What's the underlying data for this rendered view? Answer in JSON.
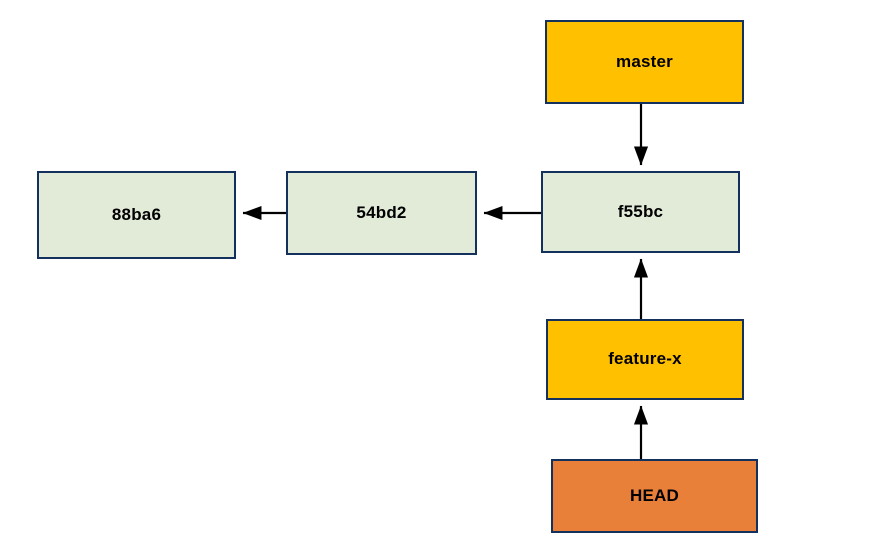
{
  "diagram": {
    "title": "git branch and HEAD pointer diagram",
    "background_color": "#ffffff",
    "edge_color": "#000000",
    "node_border_color": "#13315c",
    "colors": {
      "commit_fill": "#e2ebd8",
      "branch_fill": "#ffc000",
      "head_fill": "#e8803a"
    },
    "nodes": [
      {
        "id": "master",
        "label": "master",
        "type": "branch-pointer",
        "fill": "#ffc000"
      },
      {
        "id": "f55bc",
        "label": "f55bc",
        "type": "commit",
        "fill": "#e2ebd8"
      },
      {
        "id": "54bd2",
        "label": "54bd2",
        "type": "commit",
        "fill": "#e2ebd8"
      },
      {
        "id": "88ba6",
        "label": "88ba6",
        "type": "commit",
        "fill": "#e2ebd8"
      },
      {
        "id": "feature-x",
        "label": "feature-x",
        "type": "branch-pointer",
        "fill": "#ffc000"
      },
      {
        "id": "head",
        "label": "HEAD",
        "type": "head-pointer",
        "fill": "#e8803a"
      }
    ],
    "edges": [
      {
        "id": "master-to-f55bc",
        "from": "master",
        "to": "f55bc",
        "direction": "down"
      },
      {
        "id": "f55bc-to-54bd2",
        "from": "f55bc",
        "to": "54bd2",
        "direction": "left"
      },
      {
        "id": "54bd2-to-88ba6",
        "from": "54bd2",
        "to": "88ba6",
        "direction": "left"
      },
      {
        "id": "featurex-to-f55bc",
        "from": "feature-x",
        "to": "f55bc",
        "direction": "up"
      },
      {
        "id": "head-to-featurex",
        "from": "head",
        "to": "feature-x",
        "direction": "up"
      }
    ]
  }
}
